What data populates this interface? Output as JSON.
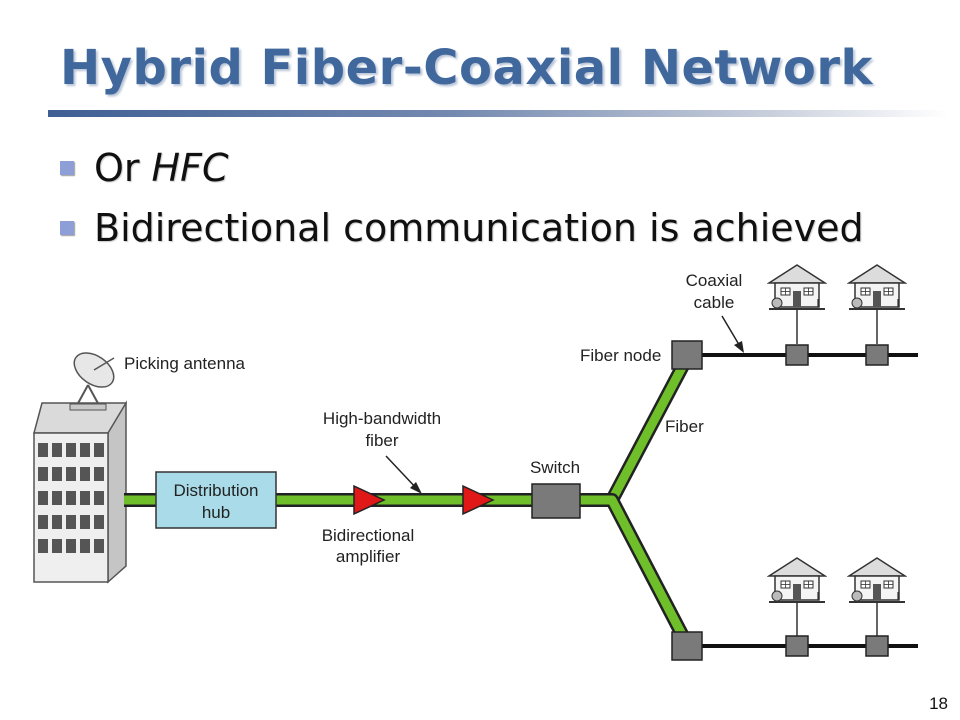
{
  "slide": {
    "title": "Hybrid Fiber-Coaxial Network",
    "page_number": "18"
  },
  "bullets": [
    {
      "text": "Or",
      "italic": "HFC"
    },
    {
      "text": "Bidirectional communication is achieved",
      "italic": ""
    }
  ],
  "diagram": {
    "labels": {
      "antenna": "Picking antenna",
      "distribution_hub_1": "Distribution",
      "distribution_hub_2": "hub",
      "hb_fiber_1": "High-bandwidth",
      "hb_fiber_2": "fiber",
      "amplifier_1": "Bidirectional",
      "amplifier_2": "amplifier",
      "switch": "Switch",
      "fiber": "Fiber",
      "fiber_node": "Fiber node",
      "coax_1": "Coaxial",
      "coax_2": "cable"
    },
    "colors": {
      "fiber": "#6fbf2a",
      "hub_fill": "#a9dbe8",
      "amplifier": "#e01818",
      "node_fill": "#7a7a7a",
      "coax": "#111111"
    }
  }
}
